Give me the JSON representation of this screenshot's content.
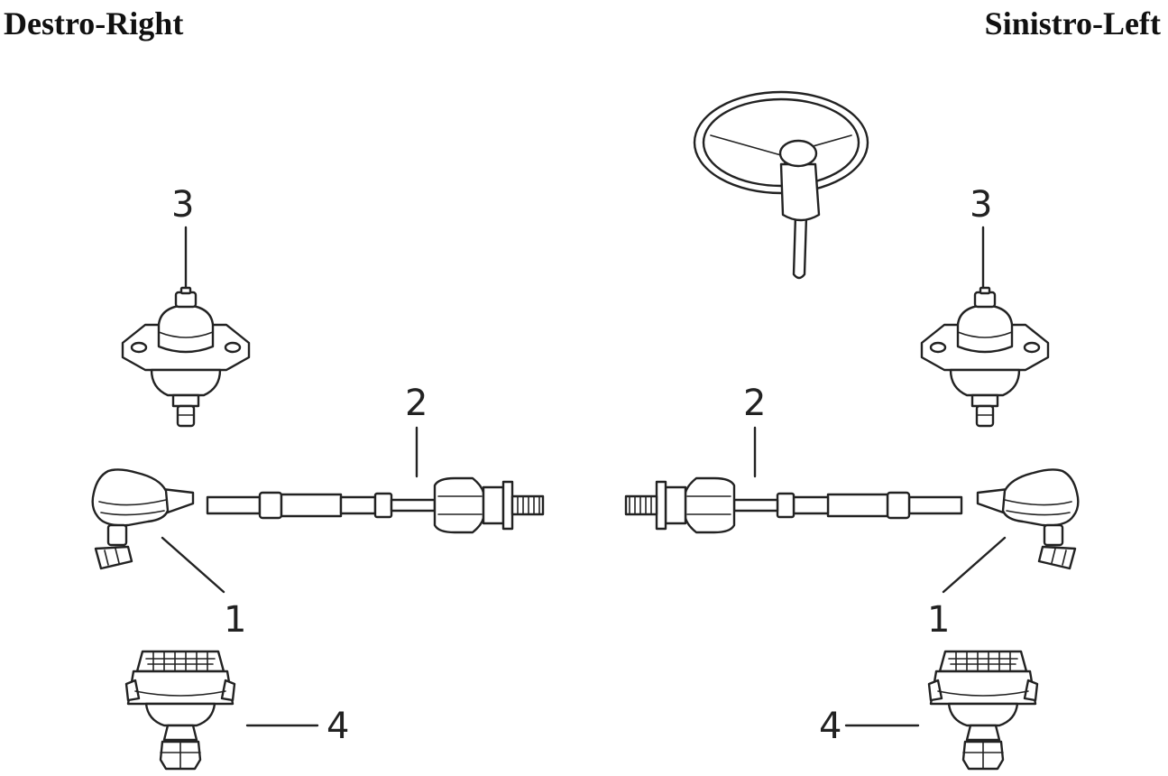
{
  "titles": {
    "right_side": "Destro-Right",
    "left_side": "Sinistro-Left"
  },
  "callouts": {
    "c1": "1",
    "c2": "2",
    "c3": "3",
    "c4": "4"
  },
  "colors": {
    "ink": "#222222",
    "background": "#ffffff"
  }
}
